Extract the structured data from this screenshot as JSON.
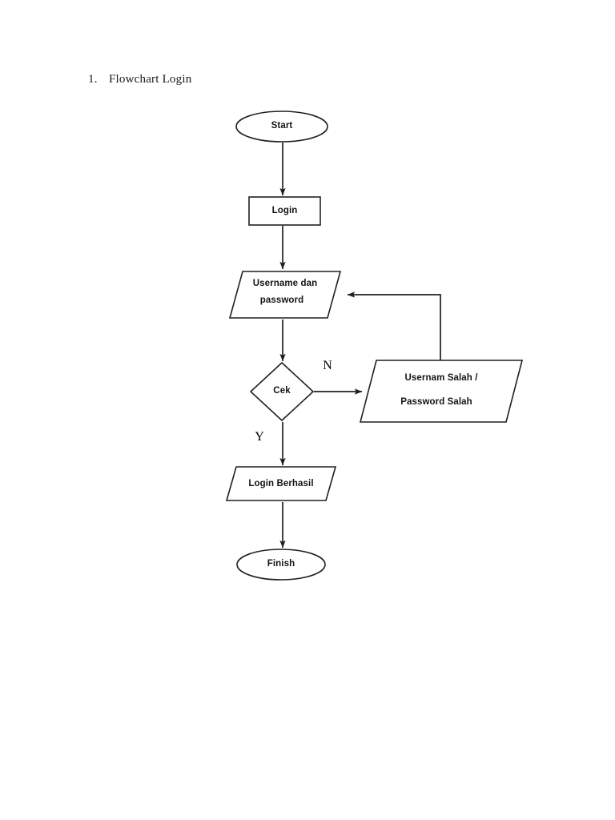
{
  "document": {
    "heading_number": "1.",
    "heading_text": "Flowchart Login"
  },
  "diagram": {
    "type": "flowchart",
    "title": "Flowchart Login",
    "orientation": "top-to-bottom",
    "nodes": [
      {
        "id": "start",
        "shape": "ellipse",
        "label": "Start"
      },
      {
        "id": "login",
        "shape": "rectangle",
        "label": "Login"
      },
      {
        "id": "input",
        "shape": "parallelogram",
        "label": "Username dan\npassword",
        "line1": "Username dan",
        "line2": "password"
      },
      {
        "id": "check",
        "shape": "diamond",
        "label": "Cek"
      },
      {
        "id": "error",
        "shape": "parallelogram",
        "label": "Usernam Salah /\nPassword Salah",
        "line1": "Usernam Salah /",
        "line2": "Password Salah"
      },
      {
        "id": "success",
        "shape": "parallelogram",
        "label": "Login Berhasil"
      },
      {
        "id": "finish",
        "shape": "ellipse",
        "label": "Finish"
      }
    ],
    "edges": [
      {
        "from": "start",
        "to": "login",
        "label": ""
      },
      {
        "from": "login",
        "to": "input",
        "label": ""
      },
      {
        "from": "input",
        "to": "check",
        "label": ""
      },
      {
        "from": "check",
        "to": "error",
        "label": "N"
      },
      {
        "from": "check",
        "to": "success",
        "label": "Y"
      },
      {
        "from": "error",
        "to": "input",
        "label": ""
      },
      {
        "from": "success",
        "to": "finish",
        "label": ""
      }
    ],
    "branch_labels": {
      "no": "N",
      "yes": "Y"
    },
    "colors": {
      "stroke": "#231f20",
      "fill": "#ffffff",
      "text": "#141414",
      "page_background": "#ffffff"
    }
  }
}
